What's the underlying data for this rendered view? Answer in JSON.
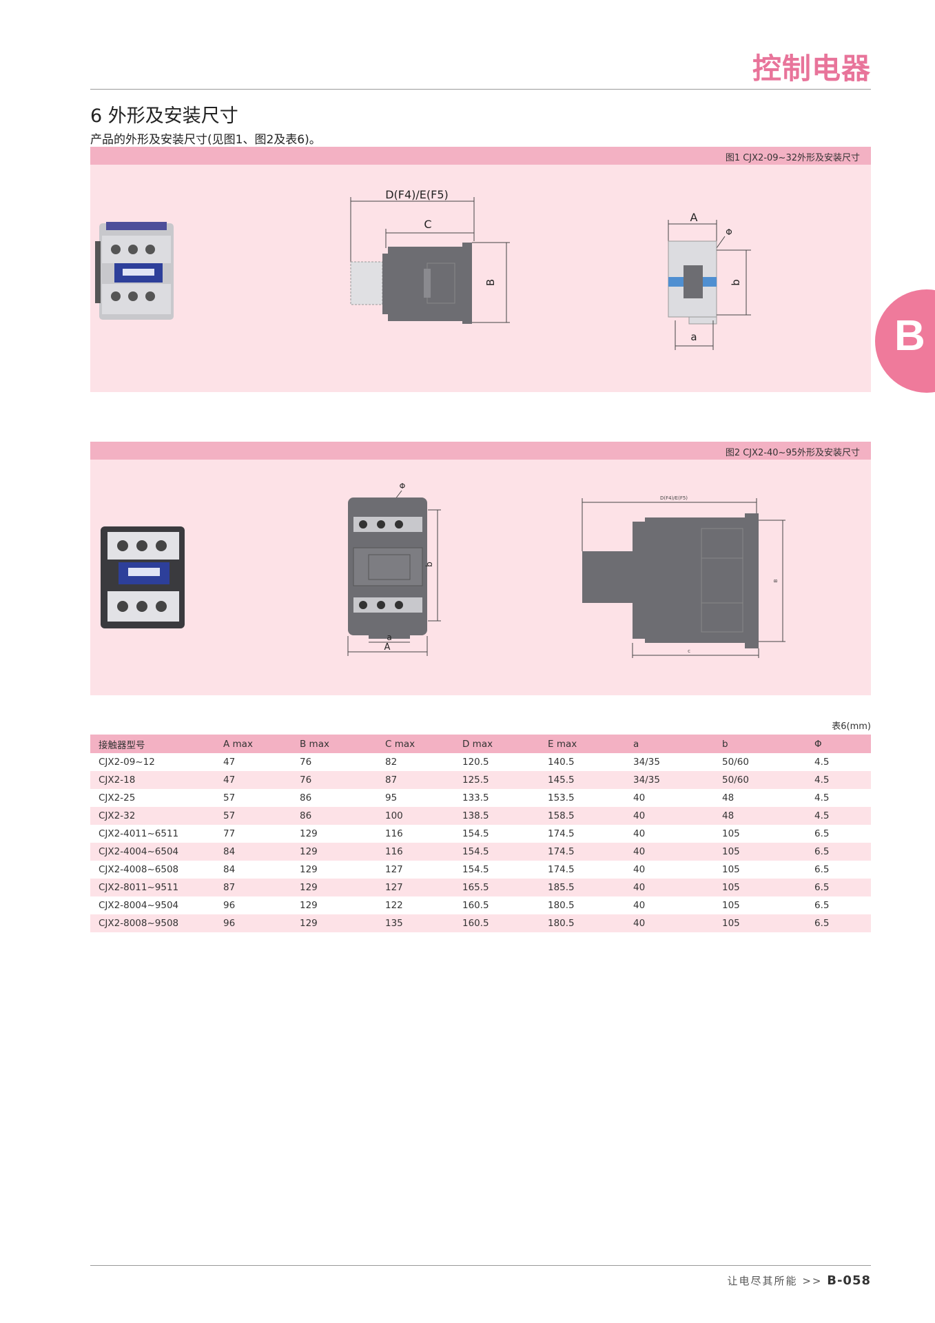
{
  "header": {
    "category_title": "控制电器"
  },
  "section": {
    "title": "6 外形及安装尺寸",
    "description": "产品的外形及安装尺寸(见图1、图2及表6)。"
  },
  "figure1": {
    "caption": "图1 CJX2-09~32外形及安装尺寸",
    "side_labels": {
      "overall": "D(F4)/E(F5)",
      "c": "C",
      "b": "B"
    },
    "front_labels": {
      "A": "A",
      "phi": "Φ",
      "b": "b",
      "a": "a"
    }
  },
  "figure2": {
    "caption": "图2 CJX2-40~95外形及安装尺寸",
    "front_labels": {
      "phi": "Φ",
      "b": "b",
      "a": "a",
      "A": "A"
    },
    "side_labels": {
      "overall": "D(F4)/E(F5)",
      "c": "c",
      "b": "B"
    }
  },
  "side_tab": {
    "letter": "B"
  },
  "table": {
    "unit_note": "表6(mm)",
    "headers": [
      "接触器型号",
      "A max",
      "B max",
      "C max",
      "D max",
      "E max",
      "a",
      "b",
      "Φ"
    ],
    "rows": [
      [
        "CJX2-09~12",
        "47",
        "76",
        "82",
        "120.5",
        "140.5",
        "34/35",
        "50/60",
        "4.5"
      ],
      [
        "CJX2-18",
        "47",
        "76",
        "87",
        "125.5",
        "145.5",
        "34/35",
        "50/60",
        "4.5"
      ],
      [
        "CJX2-25",
        "57",
        "86",
        "95",
        "133.5",
        "153.5",
        "40",
        "48",
        "4.5"
      ],
      [
        "CJX2-32",
        "57",
        "86",
        "100",
        "138.5",
        "158.5",
        "40",
        "48",
        "4.5"
      ],
      [
        "CJX2-4011~6511",
        "77",
        "129",
        "116",
        "154.5",
        "174.5",
        "40",
        "105",
        "6.5"
      ],
      [
        "CJX2-4004~6504",
        "84",
        "129",
        "116",
        "154.5",
        "174.5",
        "40",
        "105",
        "6.5"
      ],
      [
        "CJX2-4008~6508",
        "84",
        "129",
        "127",
        "154.5",
        "174.5",
        "40",
        "105",
        "6.5"
      ],
      [
        "CJX2-8011~9511",
        "87",
        "129",
        "127",
        "165.5",
        "185.5",
        "40",
        "105",
        "6.5"
      ],
      [
        "CJX2-8004~9504",
        "96",
        "129",
        "122",
        "160.5",
        "180.5",
        "40",
        "105",
        "6.5"
      ],
      [
        "CJX2-8008~9508",
        "96",
        "129",
        "135",
        "160.5",
        "180.5",
        "40",
        "105",
        "6.5"
      ]
    ]
  },
  "footer": {
    "slogan": "让电尽其所能",
    "arrows": ">>",
    "page": "B-058"
  },
  "colors": {
    "accent": "#e8749a",
    "bar": "#f3b1c3",
    "panel": "#fde2e7",
    "drawing": "#6d6d72"
  }
}
